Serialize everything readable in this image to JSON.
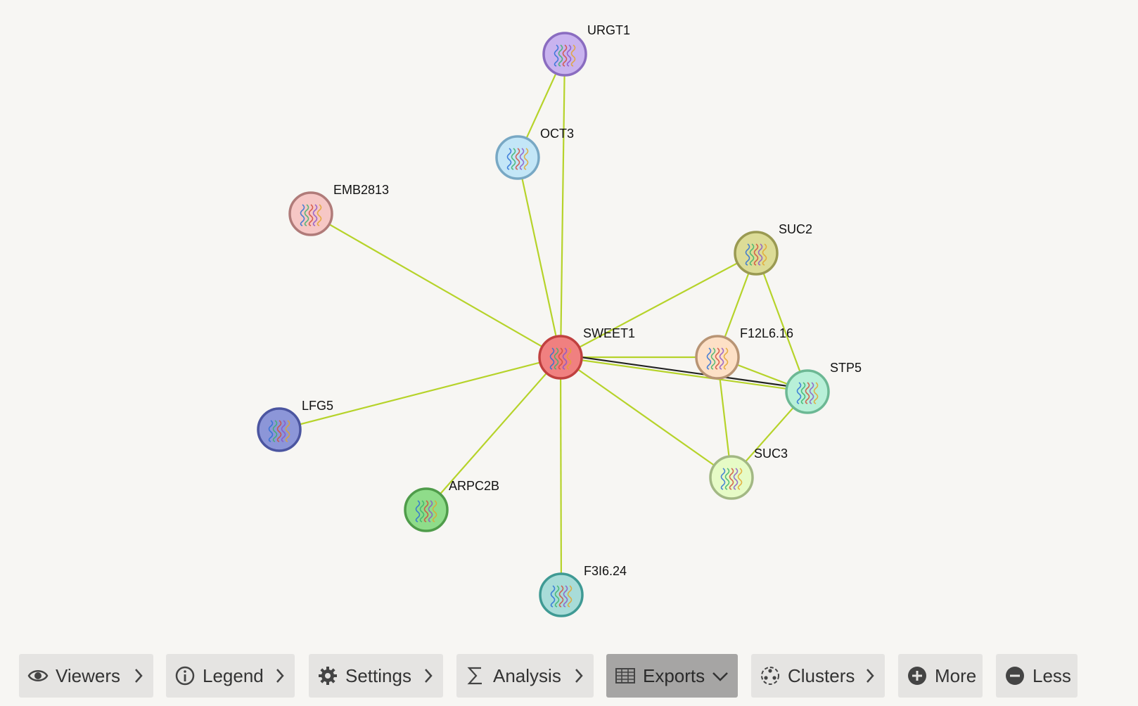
{
  "network": {
    "center": "SWEET1",
    "nodes": [
      {
        "id": "SWEET1",
        "label": "SWEET1",
        "color": "#f08080",
        "border": "#c0403f",
        "icon": "protein-structure-icon"
      },
      {
        "id": "URGT1",
        "label": "URGT1",
        "color": "#c9b3ef",
        "border": "#8a6cc0",
        "icon": "protein-structure-icon"
      },
      {
        "id": "OCT3",
        "label": "OCT3",
        "color": "#c3e6f7",
        "border": "#78a8c4",
        "icon": "protein-structure-icon"
      },
      {
        "id": "EMB2813",
        "label": "EMB2813",
        "color": "#f6c7c5",
        "border": "#b07b79",
        "icon": "protein-structure-icon"
      },
      {
        "id": "SUC2",
        "label": "SUC2",
        "color": "#dcdc97",
        "border": "#9a9a52",
        "icon": "protein-structure-icon"
      },
      {
        "id": "F12L6.16",
        "label": "F12L6.16",
        "color": "#fde0c6",
        "border": "#b89474",
        "icon": "protein-structure-icon"
      },
      {
        "id": "STP5",
        "label": "STP5",
        "color": "#b8f0d8",
        "border": "#6cb894",
        "icon": "protein-structure-icon"
      },
      {
        "id": "SUC3",
        "label": "SUC3",
        "color": "#e6fbc6",
        "border": "#a2b884",
        "icon": "protein-structure-icon"
      },
      {
        "id": "LFG5",
        "label": "LFG5",
        "color": "#8c96d8",
        "border": "#4b55a0",
        "icon": "protein-structure-icon"
      },
      {
        "id": "ARPC2B",
        "label": "ARPC2B",
        "color": "#8fdc8a",
        "border": "#4f9c4a",
        "icon": "protein-structure-icon"
      },
      {
        "id": "F3I6.24",
        "label": "F3I6.24",
        "color": "#a8dcd8",
        "border": "#3f9a94",
        "icon": "protein-structure-icon"
      }
    ],
    "edges": [
      {
        "source": "SWEET1",
        "target": "URGT1",
        "color": "#b6d32a"
      },
      {
        "source": "SWEET1",
        "target": "OCT3",
        "color": "#b6d32a"
      },
      {
        "source": "OCT3",
        "target": "URGT1",
        "color": "#b6d32a"
      },
      {
        "source": "SWEET1",
        "target": "EMB2813",
        "color": "#b6d32a"
      },
      {
        "source": "SWEET1",
        "target": "SUC2",
        "color": "#b6d32a"
      },
      {
        "source": "SWEET1",
        "target": "F12L6.16",
        "color": "#b6d32a"
      },
      {
        "source": "SWEET1",
        "target": "STP5",
        "color": "#b6d32a"
      },
      {
        "source": "SWEET1",
        "target": "STP5",
        "color": "#222222"
      },
      {
        "source": "SWEET1",
        "target": "SUC3",
        "color": "#b6d32a"
      },
      {
        "source": "SWEET1",
        "target": "LFG5",
        "color": "#b6d32a"
      },
      {
        "source": "SWEET1",
        "target": "ARPC2B",
        "color": "#b6d32a"
      },
      {
        "source": "SWEET1",
        "target": "F3I6.24",
        "color": "#b6d32a"
      },
      {
        "source": "SUC2",
        "target": "F12L6.16",
        "color": "#b6d32a"
      },
      {
        "source": "SUC2",
        "target": "STP5",
        "color": "#b6d32a"
      },
      {
        "source": "F12L6.16",
        "target": "STP5",
        "color": "#b6d32a"
      },
      {
        "source": "F12L6.16",
        "target": "SUC3",
        "color": "#b6d32a"
      },
      {
        "source": "STP5",
        "target": "SUC3",
        "color": "#b6d32a"
      }
    ]
  },
  "toolbar": {
    "viewers": {
      "label": "Viewers",
      "icon": "eye-icon"
    },
    "legend": {
      "label": "Legend",
      "icon": "info-icon"
    },
    "settings": {
      "label": "Settings",
      "icon": "gear-icon"
    },
    "analysis": {
      "label": "Analysis",
      "icon": "sigma-icon"
    },
    "exports": {
      "label": "Exports",
      "icon": "table-icon"
    },
    "clusters": {
      "label": "Clusters",
      "icon": "clusters-icon"
    },
    "more": {
      "label": "More",
      "icon": "plus-circle-icon"
    },
    "less": {
      "label": "Less",
      "icon": "minus-circle-icon"
    }
  }
}
